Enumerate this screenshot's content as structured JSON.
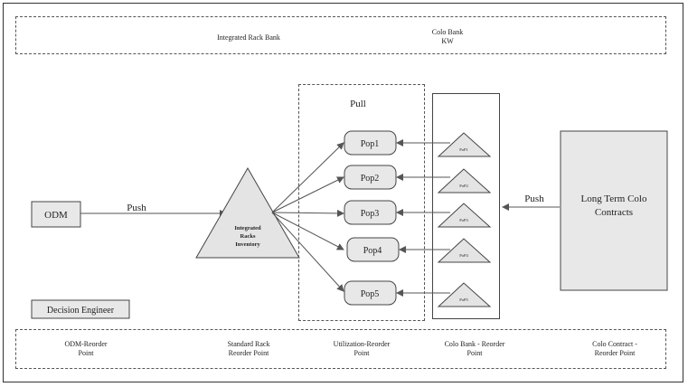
{
  "top_bank": {
    "integrated_label": "Integrated Rack Bank",
    "colo_label": "Colo Bank\nKW"
  },
  "nodes": {
    "odm": "ODM",
    "push_left": "Push",
    "integrated_inventory": [
      "Integrated",
      "Racks",
      "Inventory"
    ],
    "pull": "Pull",
    "pops": [
      "Pop1",
      "Pop2",
      "Pop3",
      "Pop4",
      "Pop5"
    ],
    "colo_pops": [
      "PoP1",
      "PoP2",
      "PoP3",
      "PoP4",
      "PoP5"
    ],
    "push_right": "Push",
    "long_term": [
      "Long Term Colo",
      "Contracts"
    ],
    "decision_engineer": "Decision Engineer"
  },
  "reorder_points": [
    "ODM-Reorder\nPoint",
    "Standard Rack\nReorder Point",
    "Utilization-Reorder\nPoint",
    "Colo Bank - Reorder\nPoint",
    "Colo Contract -\nReorder Point"
  ]
}
